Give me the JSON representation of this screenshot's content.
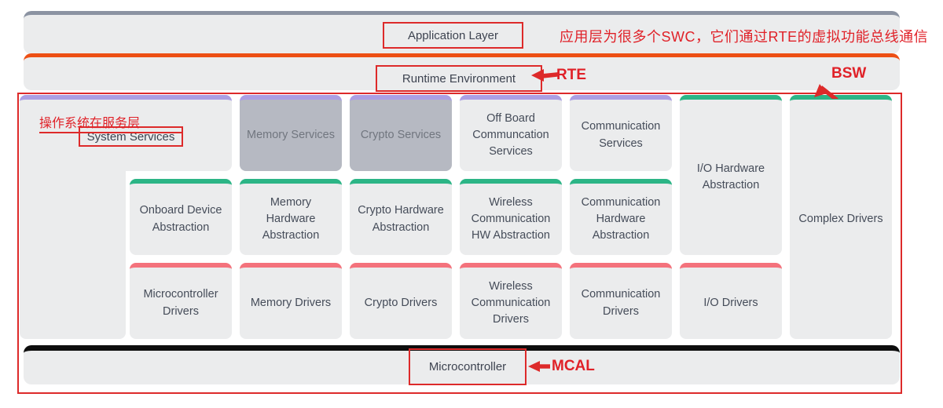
{
  "layers": {
    "application": "Application Layer",
    "runtime": "Runtime Environment",
    "microcontroller": "Microcontroller"
  },
  "annotations": {
    "app_note": "应用层为很多个SWC，它们通过RTE的虚拟功能总线通信",
    "os_note": "操作系统在服务层",
    "rte": "RTE",
    "bsw": "BSW",
    "mcal": "MCAL"
  },
  "blocks": {
    "system_services": "System Services",
    "memory_services": "Memory Services",
    "crypto_services": "Crypto Services",
    "offboard_communication_services": "Off Board Communcation Services",
    "communication_services": "Communication Services",
    "io_hardware_abstraction": "I/O Hardware Abstraction",
    "complex_drivers": "Complex Drivers",
    "onboard_device_abstraction": "Onboard Device Abstraction",
    "memory_hardware_abstraction": "Memory Hardware Abstraction",
    "crypto_hardware_abstraction": "Crypto Hardware Abstraction",
    "wireless_communication_hw_abstraction": "Wireless Communication HW Abstraction",
    "communication_hardware_abstraction": "Communication Hardware Abstraction",
    "microcontroller_drivers": "Microcontroller Drivers",
    "memory_drivers": "Memory Drivers",
    "crypto_drivers": "Crypto Drivers",
    "wireless_communication_drivers": "Wireless Communication Drivers",
    "communication_drivers": "Communication Drivers",
    "io_drivers": "I/O Drivers"
  },
  "colors": {
    "red_annotation": "#dd2a2a",
    "orange_accent": "#ed4f14",
    "gray_accent": "#8b93a2",
    "purple_accent": "#ab9fe3",
    "green_accent": "#2cb586",
    "pink_accent": "#f4727c",
    "black_accent": "#0d0d0d",
    "block_bg": "#ebeced",
    "block_bg_muted": "#b6b9c2"
  }
}
